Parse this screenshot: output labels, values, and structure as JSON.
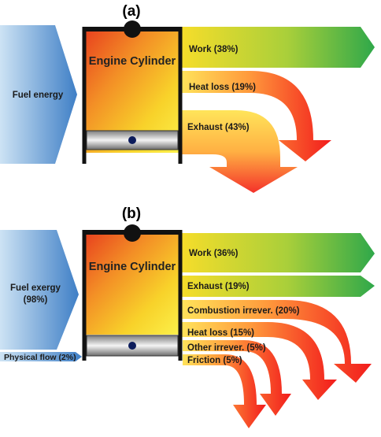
{
  "panel_a": {
    "label": "(a)",
    "cylinder_label": "Engine Cylinder",
    "input_label": "Fuel energy",
    "outputs": [
      {
        "label": "Work (38%)",
        "value": 38
      },
      {
        "label": "Heat loss (19%)",
        "value": 19
      },
      {
        "label": "Exhaust (43%)",
        "value": 43
      }
    ]
  },
  "panel_b": {
    "label": "(b)",
    "cylinder_label": "Engine Cylinder",
    "input_label_line1": "Fuel exergy",
    "input_label_line2": "(98%)",
    "input2_label": "Physical flow (2%)",
    "outputs": [
      {
        "label": "Work (36%)",
        "value": 36
      },
      {
        "label": "Exhaust (19%)",
        "value": 19
      },
      {
        "label": "Combustion irrever. (20%)",
        "value": 20
      },
      {
        "label": "Heat loss (15%)",
        "value": 15
      },
      {
        "label": "Other irrever. (5%)",
        "value": 5
      },
      {
        "label": "Friction (5%)",
        "value": 5
      }
    ]
  }
}
